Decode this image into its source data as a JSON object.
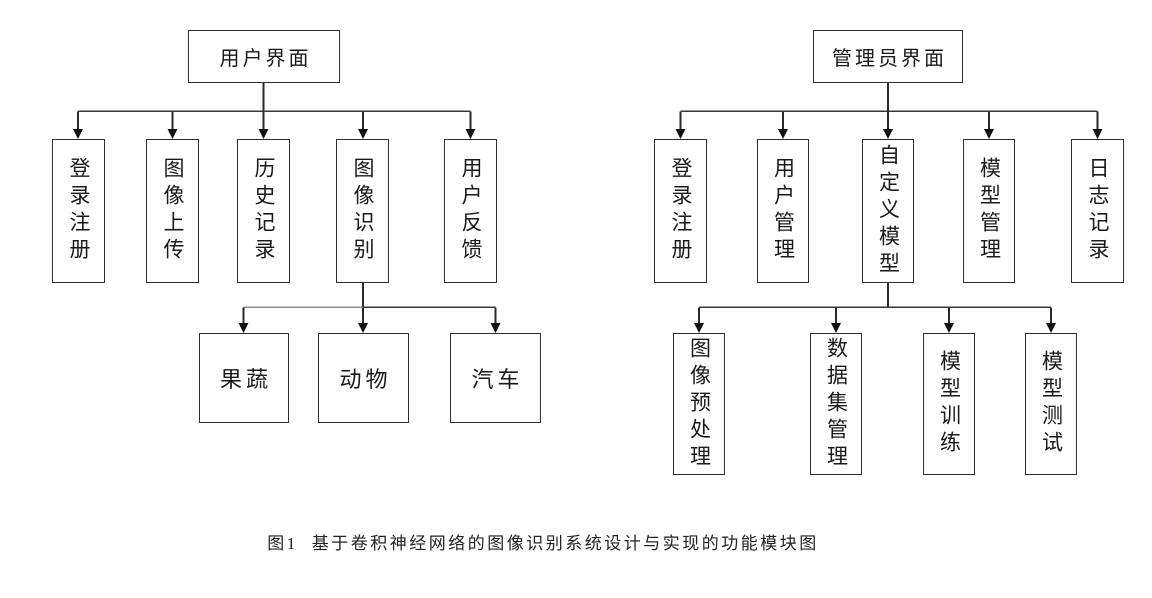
{
  "colors": {
    "background": "#ffffff",
    "box_border": "#2f2f2f",
    "line": "#383838",
    "muted_line": "#8c8c8c",
    "text": "#1a1a1a"
  },
  "diagram": {
    "trees": [
      {
        "root": "用户界面",
        "children": [
          "登录注册",
          "图像上传",
          "历史记录",
          "图像识别",
          "用户反馈"
        ],
        "grandchildren_parent": "图像识别",
        "grandchildren": [
          "果蔬",
          "动物",
          "汽车"
        ]
      },
      {
        "root": "管理员界面",
        "children": [
          "登录注册",
          "用户管理",
          "自定义模型",
          "模型管理",
          "日志记录"
        ],
        "grandchildren_parent": "自定义模型",
        "grandchildren": [
          "图像预处理",
          "数据集管理",
          "模型训练",
          "模型测试"
        ]
      }
    ],
    "caption": {
      "label": "图1",
      "text": "基于卷积神经网络的图像识别系统设计与实现的功能模块图"
    }
  }
}
